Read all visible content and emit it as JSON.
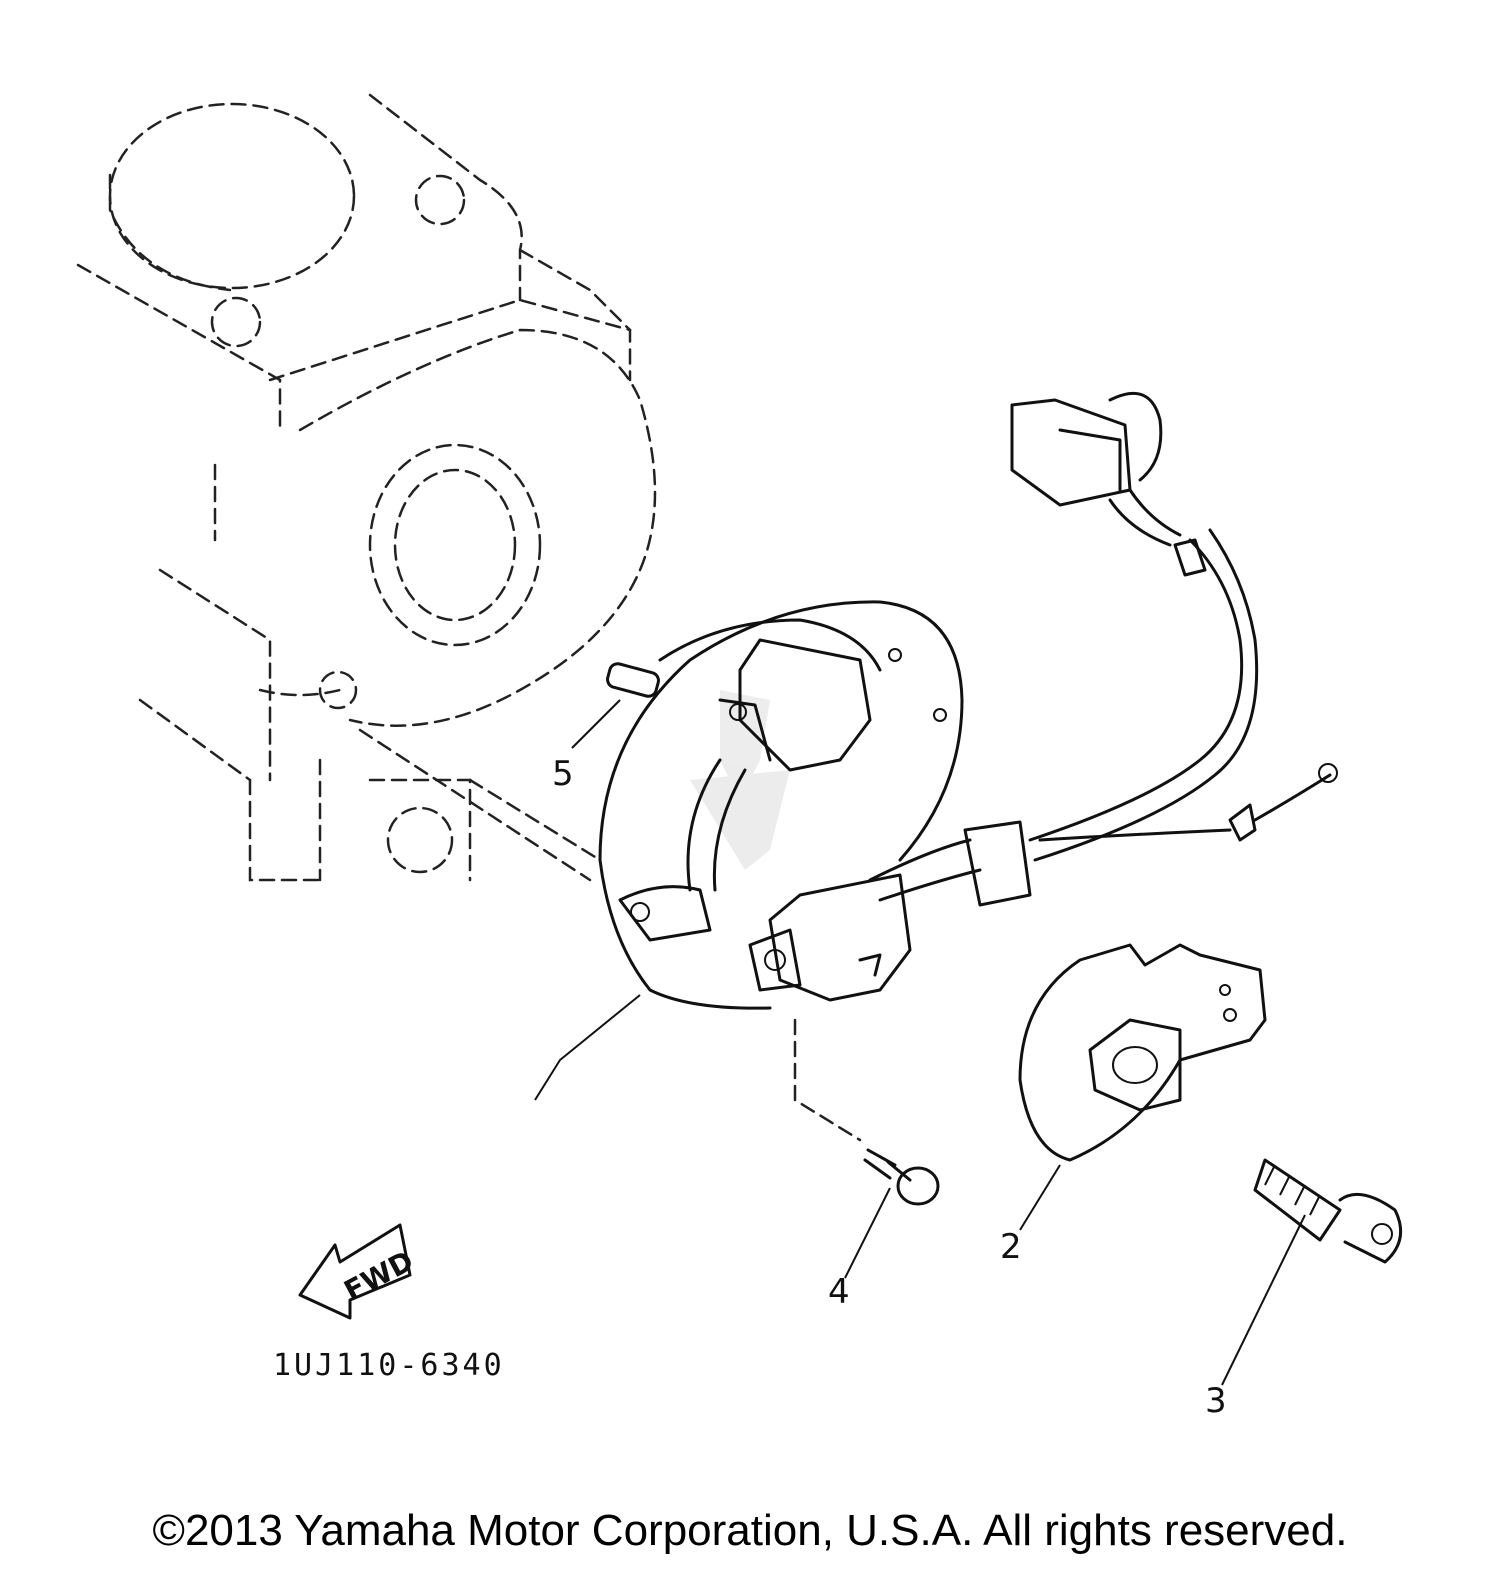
{
  "diagram": {
    "callouts": [
      {
        "id": "callout-2",
        "label": "2"
      },
      {
        "id": "callout-3",
        "label": "3"
      },
      {
        "id": "callout-4",
        "label": "4"
      },
      {
        "id": "callout-5",
        "label": "5"
      }
    ],
    "direction_marker": "FWD",
    "part_number": "1UJ110-6340",
    "copyright": "©2013 Yamaha Motor Corporation, U.S.A. All rights reserved."
  }
}
